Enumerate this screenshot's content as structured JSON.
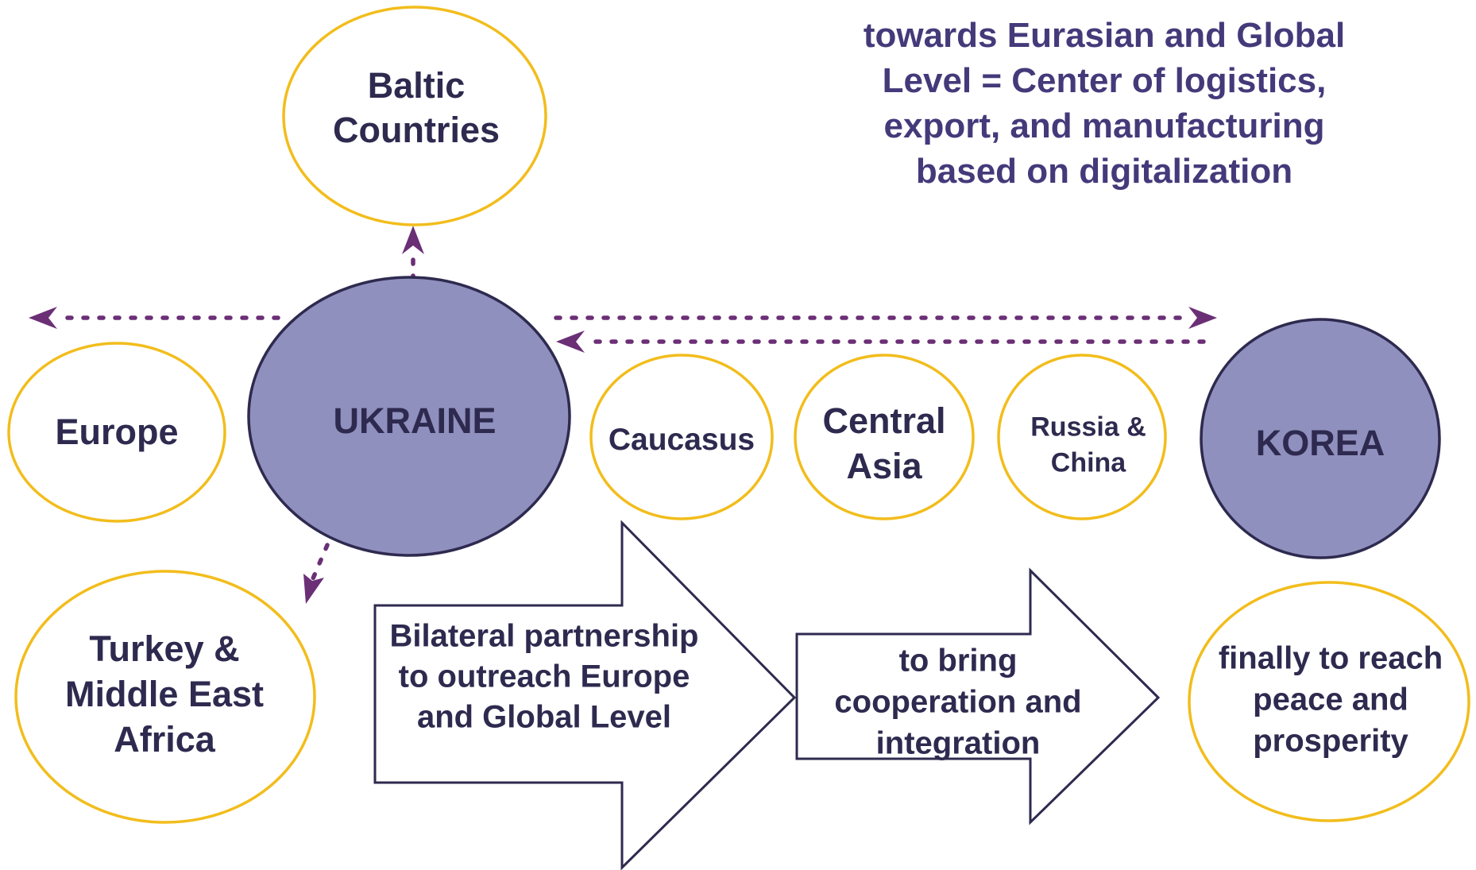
{
  "colors": {
    "node_outline": "#f2bd1c",
    "hub_fill": "#9090bf",
    "hub_outline": "#2e2a4f",
    "connector": "#6b2f76",
    "text": "#2e2a4f",
    "tagline": "#443a7a"
  },
  "tagline": {
    "lines": [
      "towards Eurasian and Global",
      "Level = Center of logistics,",
      "export, and manufacturing",
      "based on digitalization"
    ]
  },
  "nodes": {
    "baltic": {
      "lines": [
        "Baltic",
        "Countries"
      ]
    },
    "europe": {
      "lines": [
        "Europe"
      ]
    },
    "ukraine": {
      "lines": [
        "UKRAINE"
      ]
    },
    "caucasus": {
      "lines": [
        "Caucasus"
      ]
    },
    "central_asia": {
      "lines": [
        "Central",
        "Asia"
      ]
    },
    "russia_china": {
      "lines": [
        "Russia &",
        "China"
      ]
    },
    "korea": {
      "lines": [
        "KOREA"
      ]
    },
    "turkey": {
      "lines": [
        "Turkey &",
        "Middle East",
        "Africa"
      ]
    },
    "final": {
      "lines": [
        "finally to reach",
        "peace and",
        "prosperity"
      ]
    }
  },
  "process_arrows": {
    "bilateral": {
      "lines": [
        "Bilateral partnership",
        "to outreach Europe",
        "and Global Level"
      ]
    },
    "cooperation": {
      "lines": [
        "to bring",
        "cooperation and",
        "integration"
      ]
    }
  }
}
